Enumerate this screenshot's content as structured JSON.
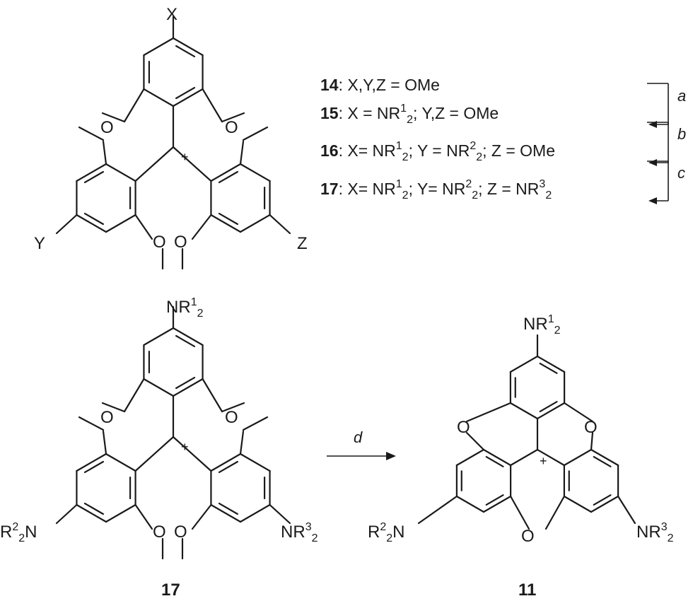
{
  "colors": {
    "ink": "#1a1a1a",
    "background": "#ffffff"
  },
  "structures": {
    "top": {
      "x_label": "X",
      "y_label": "Y",
      "z_label": "Z",
      "charge": "+"
    },
    "bottom_left": {
      "n_label": "N",
      "r_label": "R",
      "sub_2": "2",
      "sup_1": "1",
      "sup_2": "2",
      "sup_3": "3",
      "charge": "+",
      "compound_number": "17"
    },
    "bottom_right": {
      "o_label": "O",
      "charge": "+",
      "compound_number": "11"
    }
  },
  "legend": {
    "rows": [
      {
        "number": "14",
        "text": ": X,Y,Z = OMe"
      },
      {
        "number": "15",
        "text": ": X = NR"
      },
      {
        "number": "16",
        "text": ": X= NR"
      },
      {
        "number": "17",
        "text": ": X= NR"
      }
    ],
    "fragments": {
      "r15_b": "; Y,Z = OMe",
      "r16_b": "; Y = NR",
      "r16_c": "; Z = OMe",
      "r17_b": "; Y= NR",
      "r17_c": "; Z = NR"
    },
    "steps": [
      "a",
      "b",
      "c"
    ]
  },
  "reaction_arrow": {
    "label": "d"
  }
}
